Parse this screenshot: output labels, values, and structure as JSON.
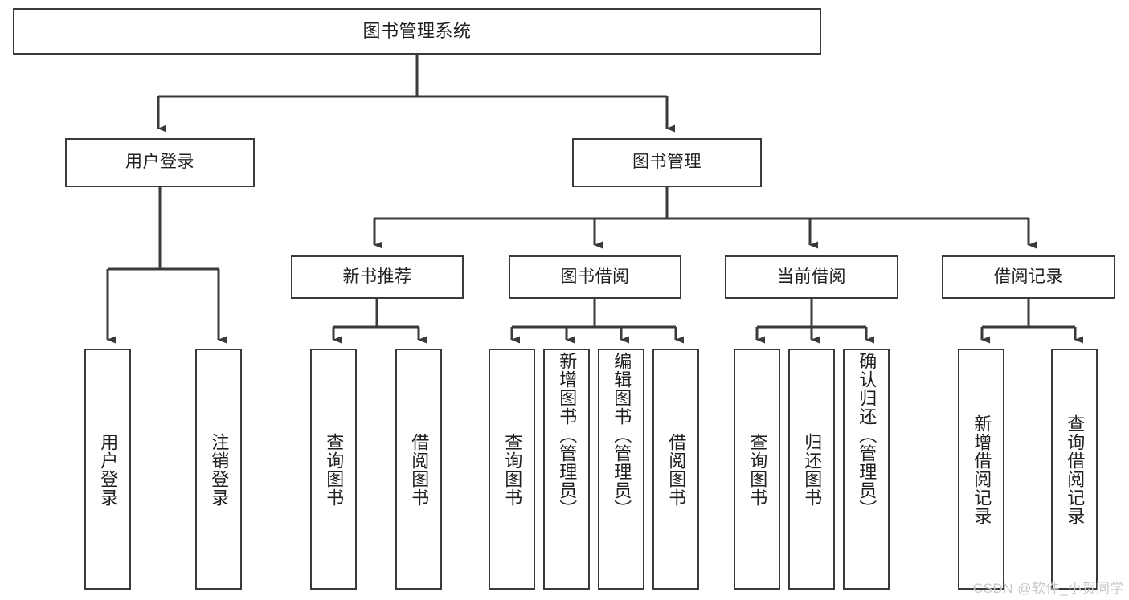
{
  "diagram": {
    "title": "图书管理系统",
    "type": "tree-hierarchy-diagram",
    "colors": {
      "stroke": "#3a3a3a",
      "fill": "#ffffff",
      "text": "#1f1f1f",
      "watermark": "#c9c9c9"
    },
    "watermark": "CSDN @软件_小贺同学",
    "nodes": {
      "root": {
        "label": "图书管理系统"
      },
      "level2": [
        {
          "id": "user-login",
          "label": "用户登录"
        },
        {
          "id": "book-management",
          "label": "图书管理"
        }
      ],
      "level3": [
        {
          "id": "new-book-recommend",
          "label": "新书推荐"
        },
        {
          "id": "book-borrow",
          "label": "图书借阅"
        },
        {
          "id": "current-borrow",
          "label": "当前借阅"
        },
        {
          "id": "borrow-record",
          "label": "借阅记录"
        }
      ],
      "leaves": {
        "user_login": [
          {
            "id": "leaf-user-login",
            "label": "用户登录"
          },
          {
            "id": "leaf-logout-login",
            "label": "注销登录"
          }
        ],
        "new_book_recommend": [
          {
            "id": "leaf-query-book-1",
            "label": "查询图书"
          },
          {
            "id": "leaf-borrow-book-1",
            "label": "借阅图书"
          }
        ],
        "book_borrow": [
          {
            "id": "leaf-query-book-2",
            "label": "查询图书"
          },
          {
            "id": "leaf-add-book-admin",
            "label": "新增图书（管理员）"
          },
          {
            "id": "leaf-edit-book-admin",
            "label": "编辑图书（管理员）"
          },
          {
            "id": "leaf-borrow-book-2",
            "label": "借阅图书"
          }
        ],
        "current_borrow": [
          {
            "id": "leaf-query-book-3",
            "label": "查询图书"
          },
          {
            "id": "leaf-return-book",
            "label": "归还图书"
          },
          {
            "id": "leaf-confirm-return-admin",
            "label": "确认归还（管理员）"
          }
        ],
        "borrow_record": [
          {
            "id": "leaf-add-borrow-record",
            "label": "新增借阅记录"
          },
          {
            "id": "leaf-query-borrow-record",
            "label": "查询借阅记录"
          }
        ]
      }
    }
  }
}
